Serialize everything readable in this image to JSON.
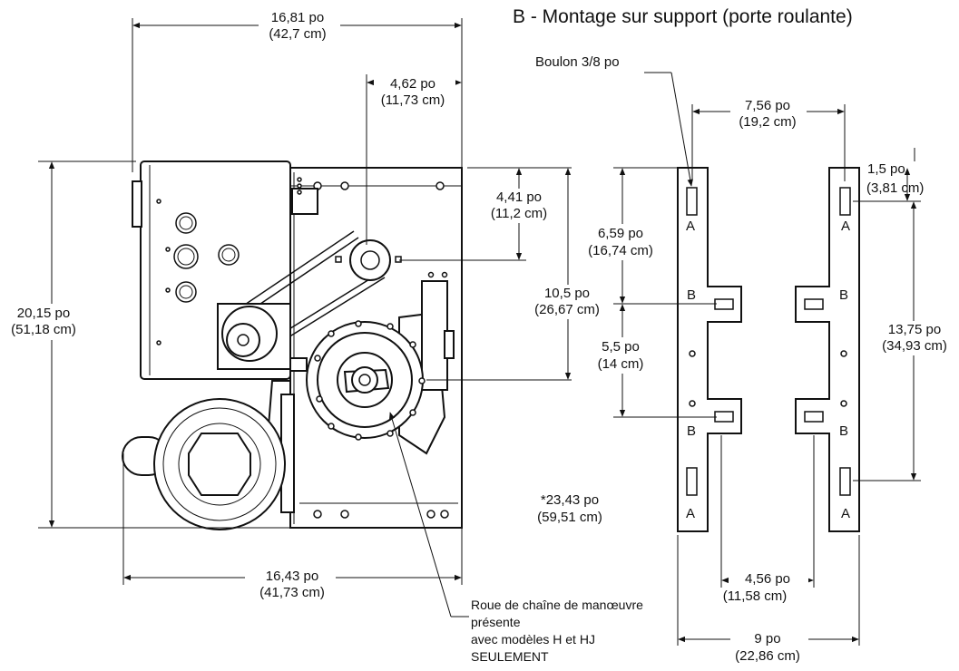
{
  "title": "B - Montage sur support (porte roulante)",
  "dimensions": {
    "top_width": {
      "po": "16,81 po",
      "cm": "(42,7 cm)"
    },
    "shaft_offset": {
      "po": "4,62 po",
      "cm": "(11,73 cm)"
    },
    "left_height": {
      "po": "20,15 po",
      "cm": "(51,18 cm)"
    },
    "bottom_width": {
      "po": "16,43 po",
      "cm": "(41,73 cm)"
    },
    "top_to_shaft": {
      "po": "4,41 po",
      "cm": "(11,2 cm)"
    },
    "top_to_output": {
      "po": "10,5 po",
      "cm": "(26,67 cm)"
    },
    "overall_depth": {
      "po": "*23,43 po",
      "cm": "(59,51 cm)"
    },
    "bracket_top_to_b": {
      "po": "6,59 po",
      "cm": "(16,74 cm)"
    },
    "bracket_b_to_b": {
      "po": "5,5 po",
      "cm": "(14 cm)"
    },
    "bracket_inner": {
      "po": "7,56 po",
      "cm": "(19,2 cm)"
    },
    "bracket_hole_offset": {
      "po": "1,5 po",
      "cm": "(3,81 cm)"
    },
    "bracket_a_to_a": {
      "po": "13,75 po",
      "cm": "(34,93 cm)"
    },
    "bracket_tab_gap": {
      "po": "4,56 po",
      "cm": "(11,58 cm)"
    },
    "bracket_outer": {
      "po": "9 po",
      "cm": "(22,86 cm)"
    }
  },
  "labels": {
    "bolt": "Boulon 3/8 po",
    "hole_a": "A",
    "hole_b": "B",
    "note_line1": "Roue de chaîne de manœuvre",
    "note_line2": "présente",
    "note_line3": "avec modèles H et HJ",
    "note_line4": "SEULEMENT"
  }
}
